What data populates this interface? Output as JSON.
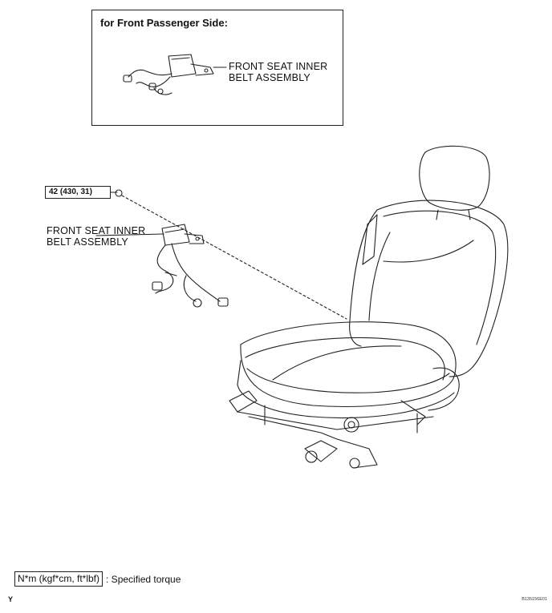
{
  "inset": {
    "title": "for Front Passenger Side:",
    "part_label_line1": "FRONT SEAT INNER",
    "part_label_line2": "BELT ASSEMBLY"
  },
  "main": {
    "torque_value": "42 (430, 31)",
    "part_label_line1": "FRONT SEAT INNER",
    "part_label_line2": "BELT ASSEMBLY"
  },
  "legend": {
    "unit_box": "N*m (kgf*cm, ft*lbf)",
    "description": ": Specified torque"
  },
  "footer": {
    "corner_letter": "Y",
    "figure_id": "B135156E01"
  }
}
